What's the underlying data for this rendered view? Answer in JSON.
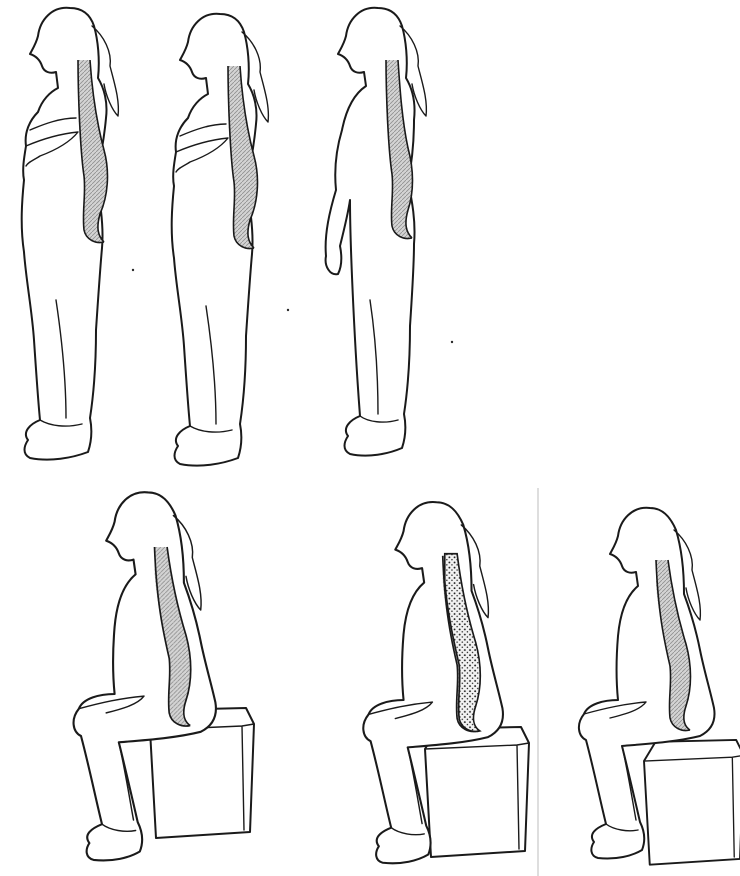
{
  "figure": {
    "panels": [
      {
        "id": "standing-arms-crossed-1",
        "posture": "standing",
        "arms": "crossed",
        "spine": "exaggerated-curve",
        "spine_fill": "hatched-grey"
      },
      {
        "id": "standing-arms-crossed-2",
        "posture": "standing",
        "arms": "crossed",
        "spine": "exaggerated-curve",
        "spine_fill": "hatched-grey"
      },
      {
        "id": "standing-arms-down",
        "posture": "standing",
        "arms": "down",
        "spine": "neutral-curve",
        "spine_fill": "hatched-grey"
      },
      {
        "id": "seated-slouched",
        "posture": "seated",
        "seat": "cube",
        "spine": "rounded",
        "spine_fill": "hatched-grey"
      },
      {
        "id": "seated-upright",
        "posture": "seated",
        "seat": "cube",
        "spine": "upright",
        "spine_fill": "dotted"
      },
      {
        "id": "seated-neutral",
        "posture": "seated",
        "seat": "cube",
        "spine": "neutral",
        "spine_fill": "hatched-grey"
      }
    ],
    "colors": {
      "line": "#1a1a1a",
      "spine_fill": "#c9c9c9",
      "background": "#ffffff",
      "divider": "#c8c8c8"
    }
  }
}
